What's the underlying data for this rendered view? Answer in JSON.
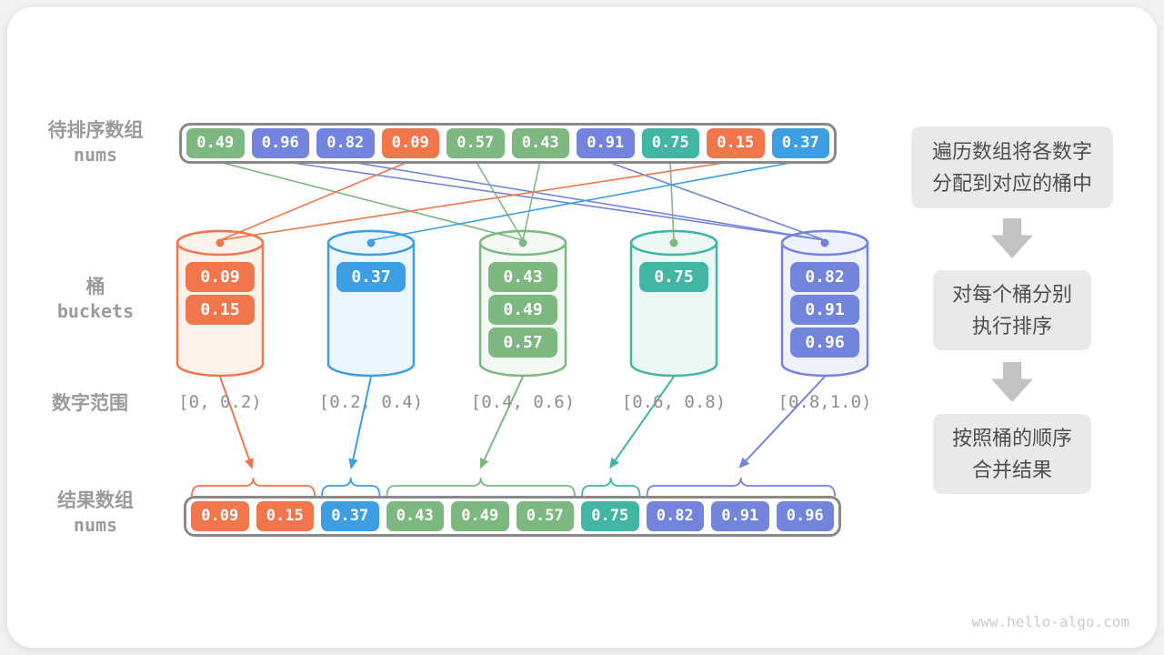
{
  "left_labels": {
    "top": {
      "line1": "待排序数组",
      "line2": "nums"
    },
    "buckets": {
      "line1": "桶",
      "line2": "buckets"
    },
    "ranges": "数字范围",
    "result": {
      "line1": "结果数组",
      "line2": "nums"
    }
  },
  "top_array": {
    "values": [
      "0.49",
      "0.96",
      "0.82",
      "0.09",
      "0.57",
      "0.43",
      "0.91",
      "0.75",
      "0.15",
      "0.37"
    ],
    "colors": [
      "green",
      "purple",
      "purple",
      "orange",
      "green",
      "green",
      "purple",
      "teal",
      "orange",
      "blue"
    ]
  },
  "buckets": [
    {
      "color": "orange",
      "values": [
        "0.09",
        "0.15"
      ],
      "range": "[0, 0.2)"
    },
    {
      "color": "blue",
      "values": [
        "0.37"
      ],
      "range": "[0.2, 0.4)"
    },
    {
      "color": "green",
      "values": [
        "0.43",
        "0.49",
        "0.57"
      ],
      "range": "[0.4, 0.6)"
    },
    {
      "color": "teal",
      "values": [
        "0.75"
      ],
      "range": "[0.6, 0.8)"
    },
    {
      "color": "purple",
      "values": [
        "0.82",
        "0.91",
        "0.96"
      ],
      "range": "[0.8,1.0)"
    }
  ],
  "result_array": {
    "values": [
      "0.09",
      "0.15",
      "0.37",
      "0.43",
      "0.49",
      "0.57",
      "0.75",
      "0.82",
      "0.91",
      "0.96"
    ],
    "colors": [
      "orange",
      "orange",
      "blue",
      "green",
      "green",
      "green",
      "teal",
      "purple",
      "purple",
      "purple"
    ],
    "groups_by_bucket": [
      [
        0,
        1
      ],
      [
        2
      ],
      [
        3,
        4,
        5
      ],
      [
        6
      ],
      [
        7,
        8,
        9
      ]
    ]
  },
  "steps": [
    {
      "line1": "遍历数组将各数字",
      "line2": "分配到对应的桶中"
    },
    {
      "line1": "对每个桶分别",
      "line2": "执行排序"
    },
    {
      "line1": "按照桶的顺序",
      "line2": "合并结果"
    }
  ],
  "watermark": "www.hello-algo.com",
  "palette": {
    "orange": "#F1764B",
    "blue": "#3D9FE1",
    "green": "#7CB87F",
    "teal": "#42B5A4",
    "purple": "#7284DB",
    "label_gray": "#9B9B9B",
    "box_bg": "#E9E9E9",
    "box_text": "#4E4E4E",
    "container_border": "#898989",
    "flow_arrow_gray": "#C2C2C2",
    "watermark_gray": "#CBCBCB"
  }
}
